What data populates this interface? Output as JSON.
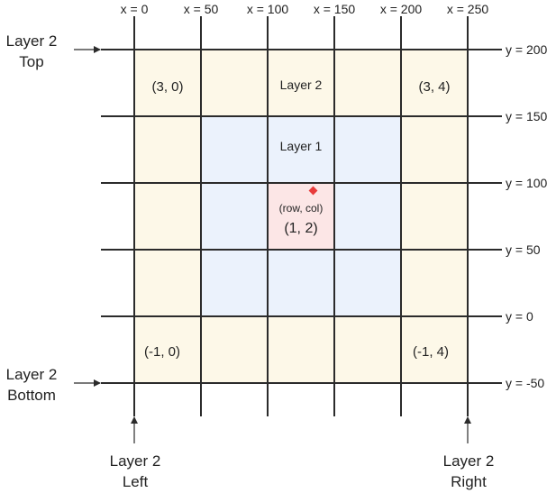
{
  "colors": {
    "layer2_fill": "#fdf8e8",
    "layer1_fill": "#ebf2fc",
    "center_fill": "#fce6e6",
    "grid_line": "#2b2b2b",
    "marker": "#e83b3b"
  },
  "x_axis_labels": [
    "x = 0",
    "x = 50",
    "x = 100",
    "x = 150",
    "x = 200",
    "x = 250"
  ],
  "y_axis_labels": [
    "y = 200",
    "y = 150",
    "y = 100",
    "y = 50",
    "y = 0",
    "y = -50"
  ],
  "layers": {
    "layer2_label": "Layer 2",
    "layer1_label": "Layer 1"
  },
  "cells": {
    "top_left": "(3, 0)",
    "top_right": "(3, 4)",
    "bottom_left": "(-1, 0)",
    "bottom_right": "(-1, 4)",
    "center_caption": "(row, col)",
    "center_coord": "(1, 2)"
  },
  "edges": {
    "top": [
      "Layer 2",
      "Top"
    ],
    "bottom": [
      "Layer 2",
      "Bottom"
    ],
    "left": [
      "Layer 2",
      "Left"
    ],
    "right": [
      "Layer 2",
      "Right"
    ]
  }
}
